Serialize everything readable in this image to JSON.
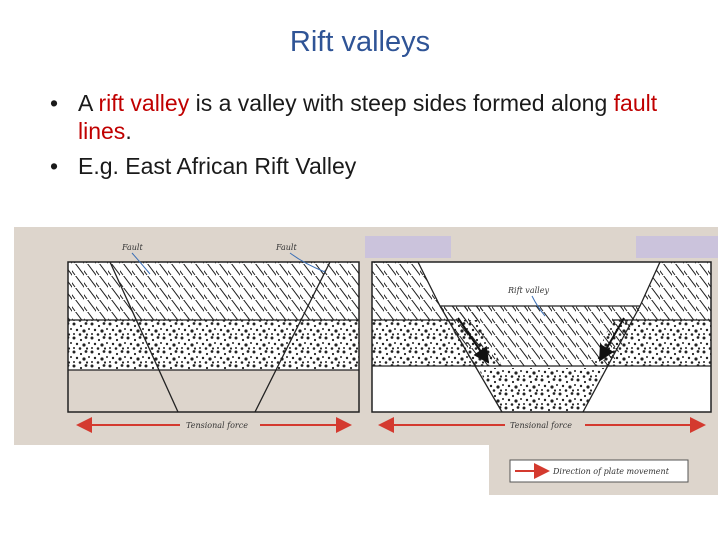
{
  "slide": {
    "title": "Rift valleys",
    "bullet1": {
      "marker": "•",
      "text_a": "A ",
      "term1": "rift valley",
      "text_b": " is a valley with steep sides formed along ",
      "term2": "fault lines",
      "text_c": "."
    },
    "bullet2": {
      "marker": "•",
      "text": "E.g. East African Rift Valley"
    }
  },
  "diagram": {
    "label_fault_1": "Fault",
    "label_fault_2": "Fault",
    "label_rift_valley": "Rift valley",
    "label_tensional_force_1": "Tensional force",
    "label_tensional_force_2": "Tensional force",
    "legend_text": "Direction of plate movement",
    "colors": {
      "background": "#ddd5cc",
      "highlight_box": "#cbc3dc",
      "arrow": "#d43a2f",
      "ink": "#222222"
    }
  }
}
